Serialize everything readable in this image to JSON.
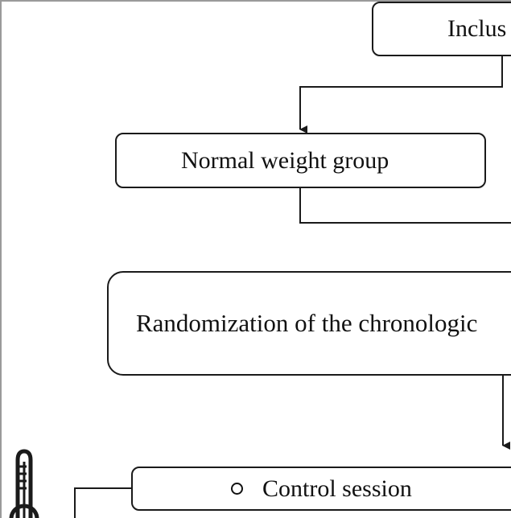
{
  "diagram": {
    "nodes": {
      "inclusion": "Inclus",
      "normal_weight_group": "Normal weight group",
      "randomization": "Randomization of the chronologic",
      "control_session": "Control session"
    },
    "icons": {
      "thermometer": "thermometer-icon",
      "bullet": "circle-bullet-icon"
    },
    "colors": {
      "stroke": "#1a1a1a",
      "text": "#111111",
      "background": "#ffffff",
      "frame": "#9a9a9a"
    }
  }
}
